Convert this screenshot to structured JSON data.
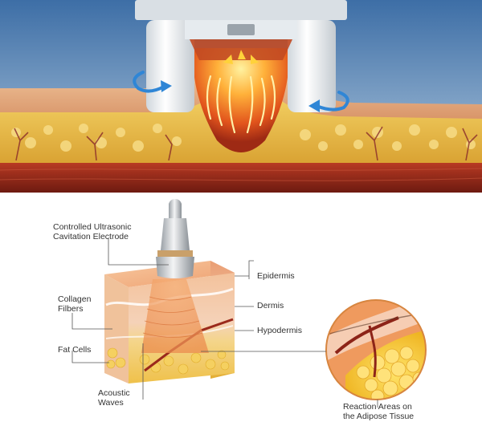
{
  "labels": {
    "electrode_line1": "Controlled Ultrasonic",
    "electrode_line2": "Cavitation Electrode",
    "collagen_line1": "Collagen",
    "collagen_line2": "Filbers",
    "fat_cells": "Fat Cells",
    "acoustic_line1": "Acoustic",
    "acoustic_line2": "Waves",
    "epidermis": "Epidermis",
    "dermis": "Dermis",
    "hypodermis": "Hypodermis",
    "reaction_line1": "Reaction Areas on",
    "reaction_line2": "the Adipose Tissue"
  },
  "colors": {
    "sky_top": "#3c6fa8",
    "sky_bottom": "#a9c3dc",
    "skin": "#e9b48a",
    "fat": "#e7b842",
    "muscle": "#9b2a1c",
    "arrow_blue": "#2f86d6",
    "wave": "#ffe07a",
    "leader_line": "#555555"
  }
}
